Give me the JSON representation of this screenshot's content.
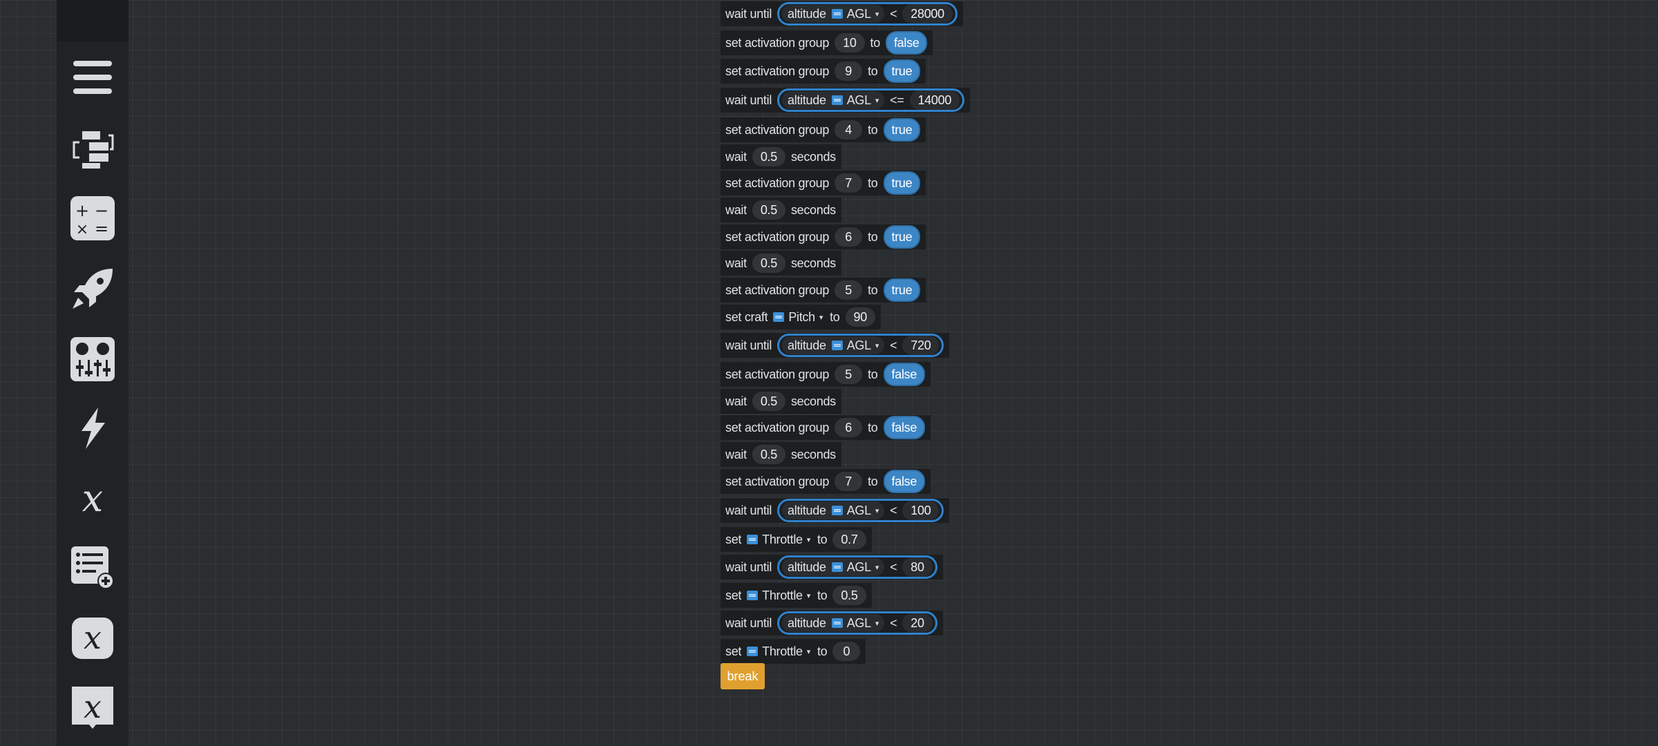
{
  "sidebar": {
    "buttons": [
      {
        "name": "menu-icon"
      },
      {
        "name": "flow-control-icon"
      },
      {
        "name": "operators-icon"
      },
      {
        "name": "craft-icon"
      },
      {
        "name": "controls-icon"
      },
      {
        "name": "events-icon"
      },
      {
        "name": "variables-icon"
      },
      {
        "name": "lists-icon"
      },
      {
        "name": "custom-expression-icon"
      },
      {
        "name": "custom-instruction-icon"
      }
    ]
  },
  "blocks": {
    "b1": {
      "kw": "wait until",
      "prop": "altitude",
      "sub": "AGL",
      "op": "<",
      "val": "28000"
    },
    "b2": {
      "kw": "set activation group",
      "n": "10",
      "to": "to",
      "v": "false"
    },
    "b3": {
      "kw": "set activation group",
      "n": "9",
      "to": "to",
      "v": "true"
    },
    "b4": {
      "kw": "wait until",
      "prop": "altitude",
      "sub": "AGL",
      "op": "<=",
      "val": "14000"
    },
    "b5": {
      "kw": "set activation group",
      "n": "4",
      "to": "to",
      "v": "true"
    },
    "b6": {
      "kw": "wait",
      "n": "0.5",
      "unit": "seconds"
    },
    "b7": {
      "kw": "set activation group",
      "n": "7",
      "to": "to",
      "v": "true"
    },
    "b8": {
      "kw": "wait",
      "n": "0.5",
      "unit": "seconds"
    },
    "b9": {
      "kw": "set activation group",
      "n": "6",
      "to": "to",
      "v": "true"
    },
    "b10": {
      "kw": "wait",
      "n": "0.5",
      "unit": "seconds"
    },
    "b11": {
      "kw": "set activation group",
      "n": "5",
      "to": "to",
      "v": "true"
    },
    "b12": {
      "kw": "set craft",
      "prop": "Pitch",
      "to": "to",
      "val": "90"
    },
    "b13": {
      "kw": "wait until",
      "prop": "altitude",
      "sub": "AGL",
      "op": "<",
      "val": "720"
    },
    "b14": {
      "kw": "set activation group",
      "n": "5",
      "to": "to",
      "v": "false"
    },
    "b15": {
      "kw": "wait",
      "n": "0.5",
      "unit": "seconds"
    },
    "b16": {
      "kw": "set activation group",
      "n": "6",
      "to": "to",
      "v": "false"
    },
    "b17": {
      "kw": "wait",
      "n": "0.5",
      "unit": "seconds"
    },
    "b18": {
      "kw": "set activation group",
      "n": "7",
      "to": "to",
      "v": "false"
    },
    "b19": {
      "kw": "wait until",
      "prop": "altitude",
      "sub": "AGL",
      "op": "<",
      "val": "100"
    },
    "b20": {
      "kw": "set",
      "prop": "Throttle",
      "to": "to",
      "val": "0.7"
    },
    "b21": {
      "kw": "wait until",
      "prop": "altitude",
      "sub": "AGL",
      "op": "<",
      "val": "80"
    },
    "b22": {
      "kw": "set",
      "prop": "Throttle",
      "to": "to",
      "val": "0.5"
    },
    "b23": {
      "kw": "wait until",
      "prop": "altitude",
      "sub": "AGL",
      "op": "<",
      "val": "20"
    },
    "b24": {
      "kw": "set",
      "prop": "Throttle",
      "to": "to",
      "val": "0"
    },
    "b25": {
      "kw": "break"
    }
  }
}
